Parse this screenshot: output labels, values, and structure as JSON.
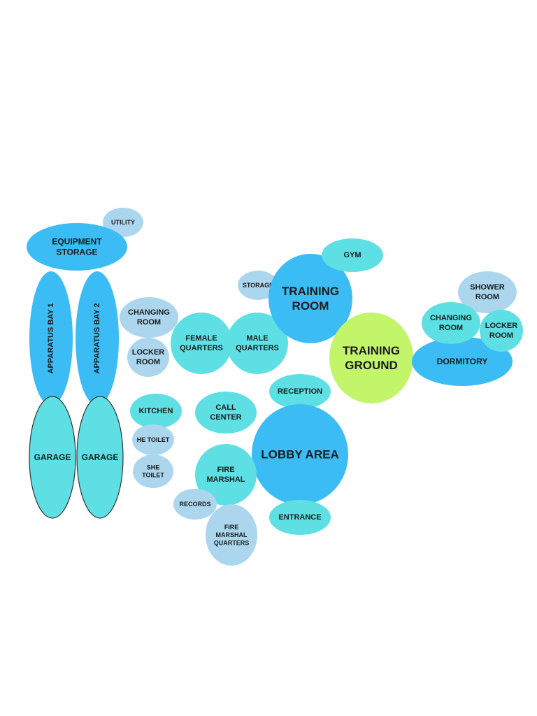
{
  "colors": {
    "blue": "#3bbcf5",
    "cyan": "#5ddfe4",
    "pale": "#abd6ee",
    "lime": "#c2f56a",
    "outline": "#333333"
  },
  "nodes": [
    {
      "id": "utility",
      "lines": [
        "UTILITY"
      ],
      "color": "pale"
    },
    {
      "id": "equipment-storage",
      "lines": [
        "EQUIPMENT",
        "STORAGE"
      ],
      "color": "blue"
    },
    {
      "id": "apparatus-bay-1",
      "lines": [
        "APPARATUS BAY 1"
      ],
      "color": "blue"
    },
    {
      "id": "apparatus-bay-2",
      "lines": [
        "APPARATUS BAY 2"
      ],
      "color": "blue"
    },
    {
      "id": "garage-1",
      "lines": [
        "GARAGE"
      ],
      "color": "cyan"
    },
    {
      "id": "garage-2",
      "lines": [
        "GARAGE"
      ],
      "color": "cyan"
    },
    {
      "id": "changing-room-1",
      "lines": [
        "CHANGING",
        "ROOM"
      ],
      "color": "pale"
    },
    {
      "id": "locker-room-1",
      "lines": [
        "LOCKER",
        "ROOM"
      ],
      "color": "pale"
    },
    {
      "id": "female-quarters",
      "lines": [
        "FEMALE",
        "QUARTERS"
      ],
      "color": "cyan"
    },
    {
      "id": "male-quarters",
      "lines": [
        "MALE",
        "QUARTERS"
      ],
      "color": "cyan"
    },
    {
      "id": "storage",
      "lines": [
        "STORAGE"
      ],
      "color": "pale"
    },
    {
      "id": "training-room",
      "lines": [
        "TRAINING",
        "ROOM"
      ],
      "color": "blue"
    },
    {
      "id": "gym",
      "lines": [
        "GYM"
      ],
      "color": "cyan"
    },
    {
      "id": "training-ground",
      "lines": [
        "TRAINING",
        "GROUND"
      ],
      "color": "lime"
    },
    {
      "id": "dormitory",
      "lines": [
        "DORMITORY"
      ],
      "color": "blue"
    },
    {
      "id": "shower-room",
      "lines": [
        "SHOWER",
        "ROOM"
      ],
      "color": "pale"
    },
    {
      "id": "changing-room-2",
      "lines": [
        "CHANGING",
        "ROOM"
      ],
      "color": "cyan"
    },
    {
      "id": "locker-room-2",
      "lines": [
        "LOCKER",
        "ROOM"
      ],
      "color": "cyan"
    },
    {
      "id": "kitchen",
      "lines": [
        "KITCHEN"
      ],
      "color": "cyan"
    },
    {
      "id": "he-toilet",
      "lines": [
        "HE TOILET"
      ],
      "color": "pale"
    },
    {
      "id": "she-toilet",
      "lines": [
        "SHE",
        "TOILET"
      ],
      "color": "pale"
    },
    {
      "id": "call-center",
      "lines": [
        "CALL",
        "CENTER"
      ],
      "color": "cyan"
    },
    {
      "id": "reception",
      "lines": [
        "RECEPTION"
      ],
      "color": "cyan"
    },
    {
      "id": "lobby-area",
      "lines": [
        "LOBBY AREA"
      ],
      "color": "blue"
    },
    {
      "id": "entrance",
      "lines": [
        "ENTRANCE"
      ],
      "color": "cyan"
    },
    {
      "id": "fire-marshal",
      "lines": [
        "FIRE",
        "MARSHAL"
      ],
      "color": "cyan"
    },
    {
      "id": "records",
      "lines": [
        "RECORDS"
      ],
      "color": "pale"
    },
    {
      "id": "fire-marshal-quarters",
      "lines": [
        "FIRE",
        "MARSHAL",
        "QUARTERS"
      ],
      "color": "pale"
    }
  ]
}
